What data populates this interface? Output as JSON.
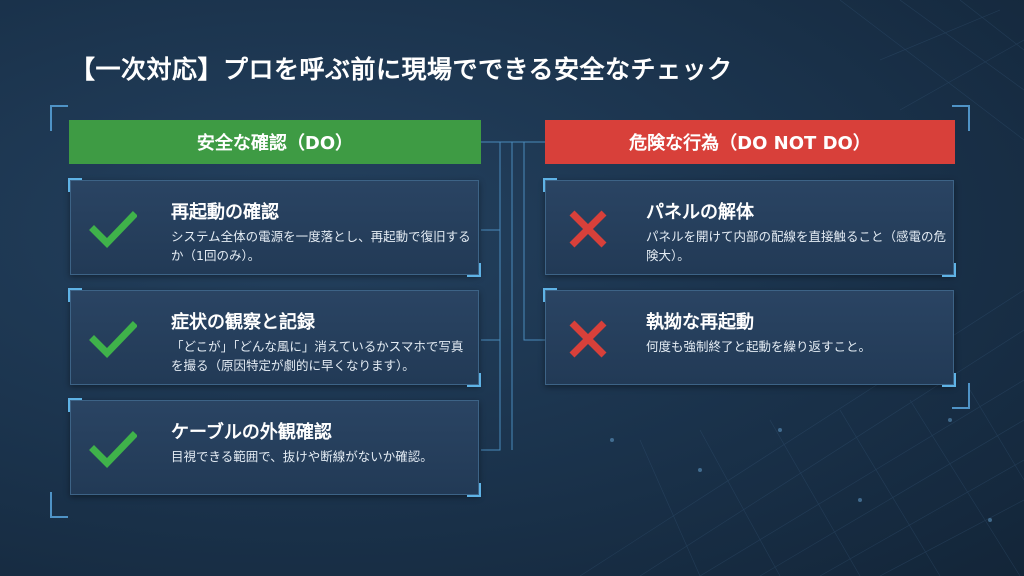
{
  "title": "【一次対応】プロを呼ぶ前に現場でできる安全なチェック",
  "do_section": {
    "header": "安全な確認（DO）",
    "accent": "#3e9b44",
    "items": [
      {
        "title": "再起動の確認",
        "desc": "システム全体の電源を一度落とし、再起動で復旧するか（1回のみ）。",
        "icon": "checkmark-icon"
      },
      {
        "title": "症状の観察と記録",
        "desc": "「どこが」「どんな風に」消えているかスマホで写真を撮る（原因特定が劇的に早くなります）。",
        "icon": "checkmark-icon"
      },
      {
        "title": "ケーブルの外観確認",
        "desc": "目視できる範囲で、抜けや断線がないか確認。",
        "icon": "checkmark-icon"
      }
    ]
  },
  "dont_section": {
    "header": "危険な行為（DO NOT DO）",
    "accent": "#d8403a",
    "items": [
      {
        "title": "パネルの解体",
        "desc": "パネルを開けて内部の配線を直接触ること（感電の危険大）。",
        "icon": "cross-icon"
      },
      {
        "title": "執拗な再起動",
        "desc": "何度も強制終了と起動を繰り返すこと。",
        "icon": "cross-icon"
      }
    ]
  }
}
